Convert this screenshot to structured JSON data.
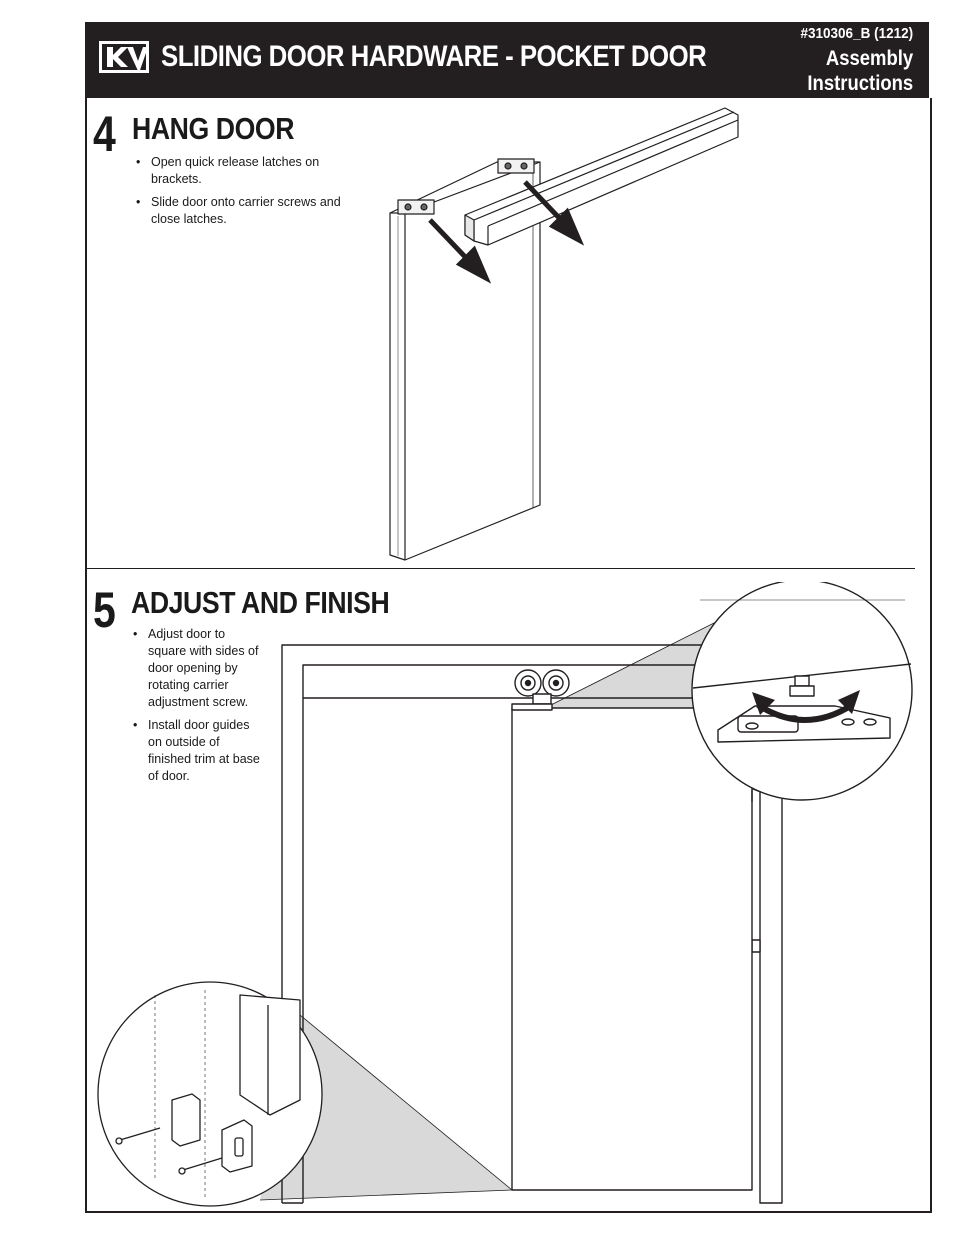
{
  "header": {
    "title": "SLIDING DOOR HARDWARE - POCKET DOOR",
    "doc_number": "#310306_B (1212)",
    "doc_type_line1": "Assembly",
    "doc_type_line2": "Instructions",
    "logo_text": "KV"
  },
  "step4": {
    "number": "4",
    "title": "HANG DOOR",
    "bullets": [
      "Open quick release latches on brackets.",
      "Slide door onto carrier screws and close latches."
    ]
  },
  "step5": {
    "number": "5",
    "title": "ADJUST AND FINISH",
    "bullets": [
      "Adjust door to square with sides of door opening by rotating carrier adjustment screw.",
      "Install door guides on outside of finished trim at base of door."
    ]
  },
  "colors": {
    "header_bg": "#231f20",
    "line": "#231f20",
    "callout_fill": "#d9d9d9"
  }
}
